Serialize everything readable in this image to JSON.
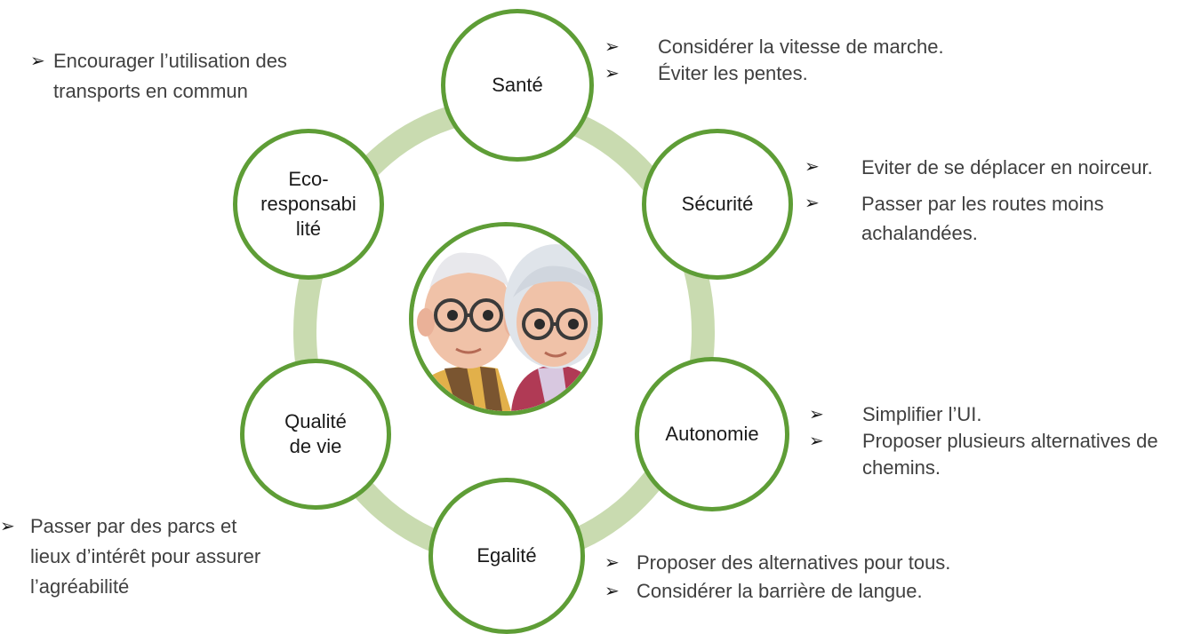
{
  "colors": {
    "ring": "#c9dbb0",
    "node_border": "#5e9d36",
    "text": "#404040"
  },
  "icons": {
    "bullet": "arrow-bullet-icon"
  },
  "nodes": {
    "sante": "Santé",
    "securite": "Sécurité",
    "autonomie": "Autonomie",
    "egalite": "Egalité",
    "qualite": "Qualité\nde vie",
    "eco": "Eco-\nresponsabi\nlité"
  },
  "tips": {
    "sante": [
      "Considérer la vitesse de marche.",
      "Éviter les pentes."
    ],
    "securite": [
      "Eviter de se déplacer en noirceur.",
      "Passer par les routes moins achalandées."
    ],
    "autonomie": [
      "Simplifier l’UI.",
      "Proposer plusieurs alternatives de chemins."
    ],
    "egalite": [
      "Proposer des alternatives pour tous.",
      "Considérer la barrière de langue."
    ],
    "qualite": [
      "Passer par des parcs et lieux d’intérêt pour assurer l’agréabilité"
    ],
    "eco": [
      "Encourager l’utilisation des transports en commun"
    ]
  }
}
